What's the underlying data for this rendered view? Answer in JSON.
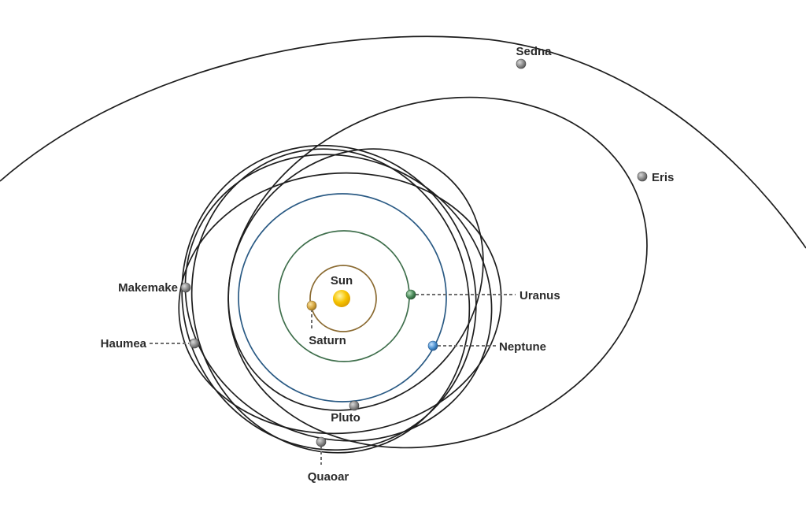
{
  "colors": {
    "saturn_orbit": "#8b6b32",
    "uranus_orbit": "#3f6f4c",
    "neptune_orbit": "#2a5a84",
    "dwarf_orbit": "#1e1e1e",
    "sun": "#f6c300",
    "saturn": "#d5a640",
    "uranus": "#4a8a5a",
    "neptune": "#4a90d0",
    "dwarf_planet": "#8a8a8a"
  },
  "bodies": {
    "sun": "Sun",
    "saturn": "Saturn",
    "uranus": "Uranus",
    "neptune": "Neptune",
    "pluto": "Pluto",
    "makemake": "Makemake",
    "haumea": "Haumea",
    "quaoar": "Quaoar",
    "eris": "Eris",
    "sedna": "Sedna"
  }
}
